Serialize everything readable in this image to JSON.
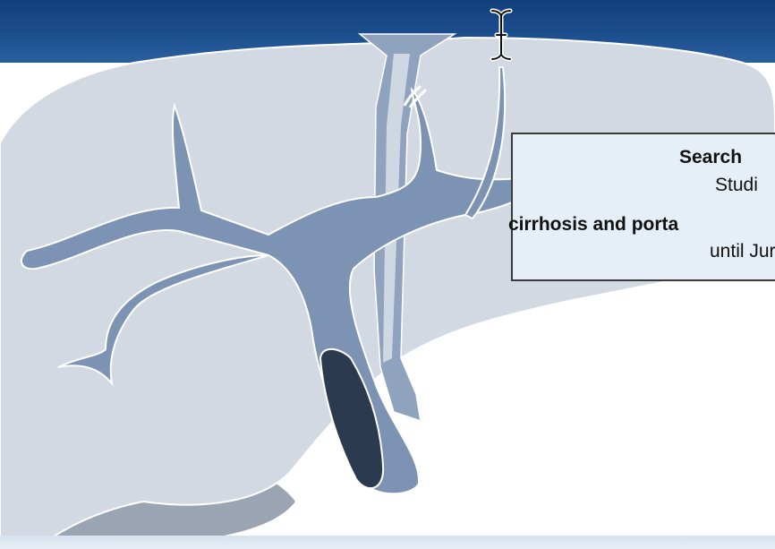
{
  "callout": {
    "line1": "Search",
    "line2": "Studi",
    "line3": "cirrhosis and porta",
    "line4": "until Jur"
  },
  "colors": {
    "header_blue": "#1c4e8e",
    "liver_fill": "#d2d8e2",
    "vessel_fill": "#7d93b3",
    "dark_vessel": "#2c3a4f",
    "callout_bg": "#e6eef7"
  },
  "icons": {
    "cursor": "i-beam-cursor-icon"
  }
}
